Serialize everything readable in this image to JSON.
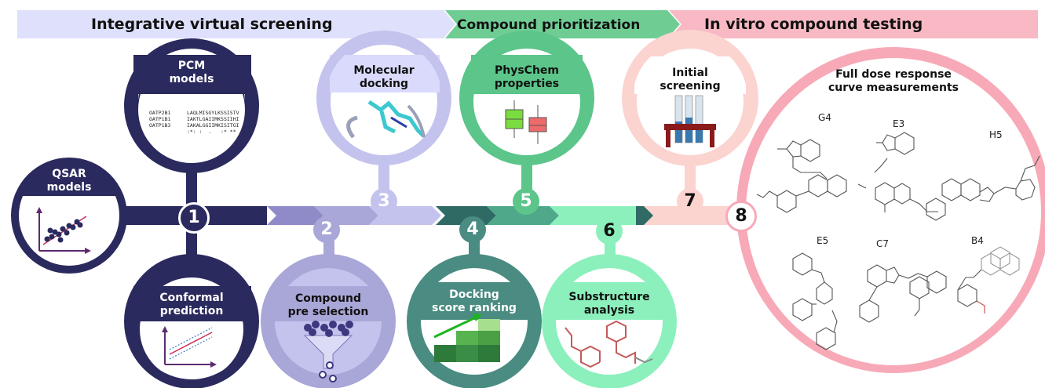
{
  "banners": {
    "stage1": "Integrative virtual screening",
    "stage2": "Compound prioritization",
    "stage3": "In vitro compound testing"
  },
  "steps": {
    "qsar": [
      "QSAR",
      "models"
    ],
    "pcm": [
      "PCM",
      "models"
    ],
    "conformal": [
      "Conformal",
      "prediction"
    ],
    "compound_pre": [
      "Compound",
      "pre selection"
    ],
    "docking": [
      "Molecular",
      "docking"
    ],
    "docking_rank": [
      "Docking",
      "score ranking"
    ],
    "physchem": [
      "PhysChem",
      "properties"
    ],
    "substructure": [
      "Substructure",
      "analysis"
    ],
    "initial": [
      "Initial",
      "screening"
    ],
    "dose": [
      "Full dose response",
      "curve measurements"
    ]
  },
  "numbers": [
    "1",
    "2",
    "3",
    "4",
    "5",
    "6",
    "7",
    "8"
  ],
  "alignment": {
    "names": [
      "OATP2B1",
      "OATP1B1",
      "OATP1B3",
      ""
    ],
    "seqs": [
      "LAQLMISGYLKSSISTV",
      "IAKTLGAIIMKSSIIHI",
      "IAKALGGIIMKISITGI",
      ":*: :  .   :* **  :"
    ]
  },
  "compounds": [
    "G4",
    "E3",
    "H5",
    "E5",
    "C7",
    "B4"
  ],
  "colors": {
    "navy": "#2b2a5e",
    "lavender": "#a9a6d8",
    "light_lavender": "#d9dafc",
    "teal": "#4a8b82",
    "green": "#5cc58a",
    "mint": "#8cf0bc",
    "pink": "#f7a9b7",
    "light_pink": "#fbd3cf"
  }
}
